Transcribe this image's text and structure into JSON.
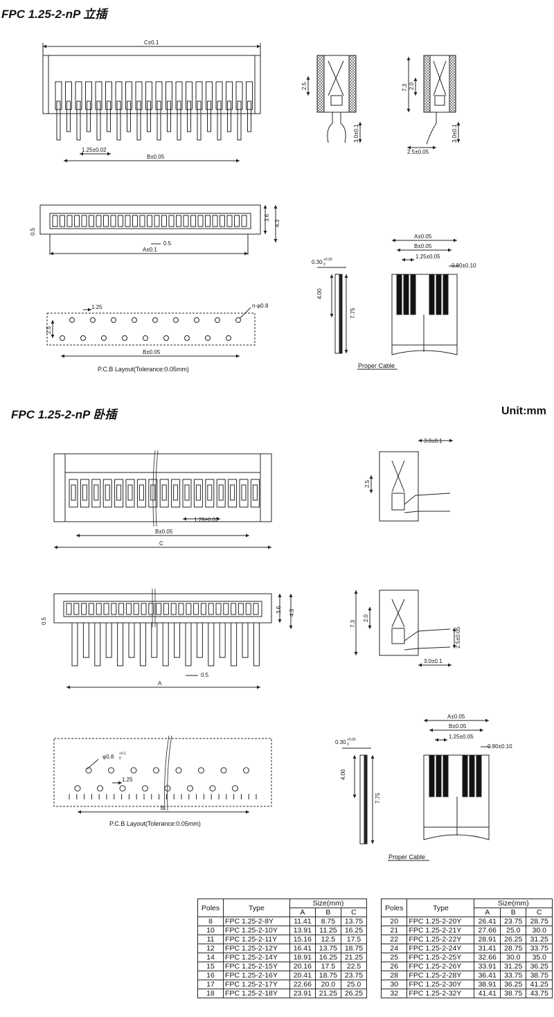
{
  "titles": {
    "vertical": "FPC 1.25-2-nP 立插",
    "horizontal": "FPC 1.25-2-nP 卧插",
    "unit": "Unit:mm"
  },
  "dims": {
    "c_tol": "C±0.1",
    "b_tol": "B±0.05",
    "a_tol": "A±0.1",
    "a_tol_cable": "A±0.05",
    "pitch_tol": "1.25±0.02",
    "pitch_cable": "1.25±0.05",
    "pitch": "1.25",
    "d_2_5": "2.5",
    "d_3_0": "3.0±0.1",
    "d_7_3": "7.3",
    "d_2_0": "2.0",
    "d_2_5_tol": "2.5±0.05",
    "d_3_6": "3.6",
    "d_4_3": "4.3",
    "d_0_5": "0.5",
    "d_0_30": "0.30",
    "d_0_30_sup": "+0.05",
    "d_0_30_sub": "0",
    "d_4_00": "4.00",
    "d_7_75": "7.75",
    "d_0_80": "0.80±0.10",
    "hole_n": "n-φ0.8",
    "hole": "φ0.8",
    "hole_sup": "+0.1",
    "hole_sub": "0",
    "b_plain": "B",
    "c_plain": "C",
    "a_plain": "A"
  },
  "captions": {
    "pcb": "P.C.B Layout(Tolerance:0.05mm)",
    "cable": "Proper Cable"
  },
  "table": {
    "headers": [
      "Poles",
      "Type",
      "Size(mm)"
    ],
    "sub": [
      "A",
      "B",
      "C"
    ],
    "left": [
      [
        "8",
        "FPC 1.25-2-8Y",
        "11.41",
        "8.75",
        "13.75"
      ],
      [
        "10",
        "FPC 1.25-2-10Y",
        "13.91",
        "11.25",
        "16.25"
      ],
      [
        "11",
        "FPC 1.25-2-11Y",
        "15.16",
        "12.5",
        "17.5"
      ],
      [
        "12",
        "FPC 1.25-2-12Y",
        "16.41",
        "13.75",
        "18.75"
      ],
      [
        "14",
        "FPC 1.25-2-14Y",
        "18.91",
        "16.25",
        "21.25"
      ],
      [
        "15",
        "FPC 1.25-2-15Y",
        "20.16",
        "17.5",
        "22.5"
      ],
      [
        "16",
        "FPC 1.25-2-16Y",
        "20.41",
        "18.75",
        "23.75"
      ],
      [
        "17",
        "FPC 1.25-2-17Y",
        "22.66",
        "20.0",
        "25.0"
      ],
      [
        "18",
        "FPC 1.25-2-18Y",
        "23.91",
        "21.25",
        "26.25"
      ]
    ],
    "right": [
      [
        "20",
        "FPC 1.25-2-20Y",
        "26.41",
        "23.75",
        "28.75"
      ],
      [
        "21",
        "FPC 1.25-2-21Y",
        "27.66",
        "25.0",
        "30.0"
      ],
      [
        "22",
        "FPC 1.25-2-22Y",
        "28.91",
        "26.25",
        "31.25"
      ],
      [
        "24",
        "FPC 1.25-2-24Y",
        "31.41",
        "28.75",
        "33.75"
      ],
      [
        "25",
        "FPC 1.25-2-25Y",
        "32.66",
        "30.0",
        "35.0"
      ],
      [
        "26",
        "FPC 1.25-2-26Y",
        "33.91",
        "31.25",
        "36.25"
      ],
      [
        "28",
        "FPC 1.25-2-28Y",
        "36.41",
        "33.75",
        "38.75"
      ],
      [
        "30",
        "FPC 1.25-2-30Y",
        "38.91",
        "36.25",
        "41.25"
      ],
      [
        "32",
        "FPC 1.25-2-32Y",
        "41.41",
        "38.75",
        "43.75"
      ]
    ]
  }
}
